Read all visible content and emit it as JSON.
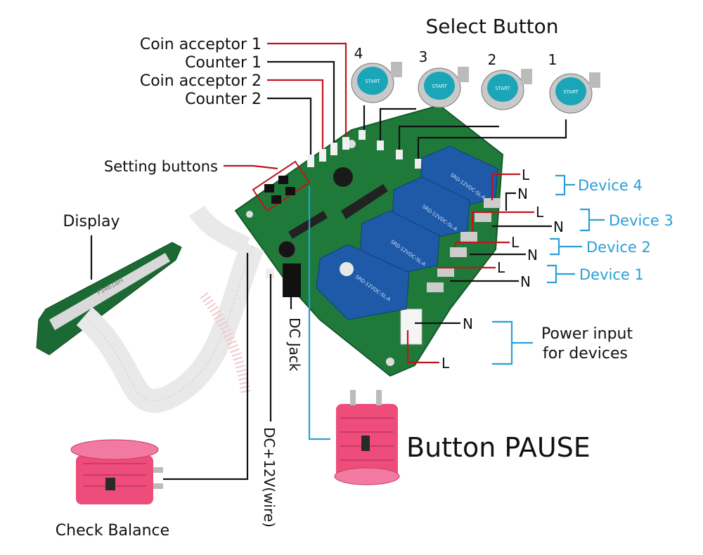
{
  "title": "Select Button",
  "labels": {
    "coin_acceptor_1": "Coin acceptor 1",
    "counter_1": "Counter 1",
    "coin_acceptor_2": "Coin acceptor 2",
    "counter_2": "Counter 2",
    "setting_buttons": "Setting buttons",
    "display": "Display",
    "dc_jack": "DC Jack",
    "dc_12v_wire": "DC+12V(wire)",
    "check_balance": "Check Balance",
    "button_pause": "Button PAUSE",
    "power_input_line1": "Power input",
    "power_input_line2": "for devices"
  },
  "select_buttons": [
    {
      "number": "4",
      "cap_text": "START"
    },
    {
      "number": "3",
      "cap_text": "START"
    },
    {
      "number": "2",
      "cap_text": "START"
    },
    {
      "number": "1",
      "cap_text": "START"
    }
  ],
  "devices": [
    {
      "name": "Device 4",
      "live": "L",
      "neutral": "N"
    },
    {
      "name": "Device 3",
      "live": "L",
      "neutral": "N"
    },
    {
      "name": "Device 2",
      "live": "L",
      "neutral": "N"
    },
    {
      "name": "Device 1",
      "live": "L",
      "neutral": "N"
    }
  ],
  "power_input": {
    "neutral": "N",
    "live": "L"
  },
  "relays": [
    {
      "label": "SRD-12VDC-SL-A"
    },
    {
      "label": "SRD-12VDC-SL-A"
    },
    {
      "label": "SRD-12VDC-SL-A"
    },
    {
      "label": "SRD-12VDC-SL-A"
    }
  ],
  "display_module_text": "FS461BH",
  "colors": {
    "pcb": "#1f7a3a",
    "relay": "#1e5aa8",
    "button_cap": "#1aa5b8",
    "pink_button": "#ee4d7b",
    "device_label": "#2a9fd6",
    "leader_red": "#c0141e",
    "leader_blue": "#2a9fd6",
    "leader_black": "#111111"
  }
}
